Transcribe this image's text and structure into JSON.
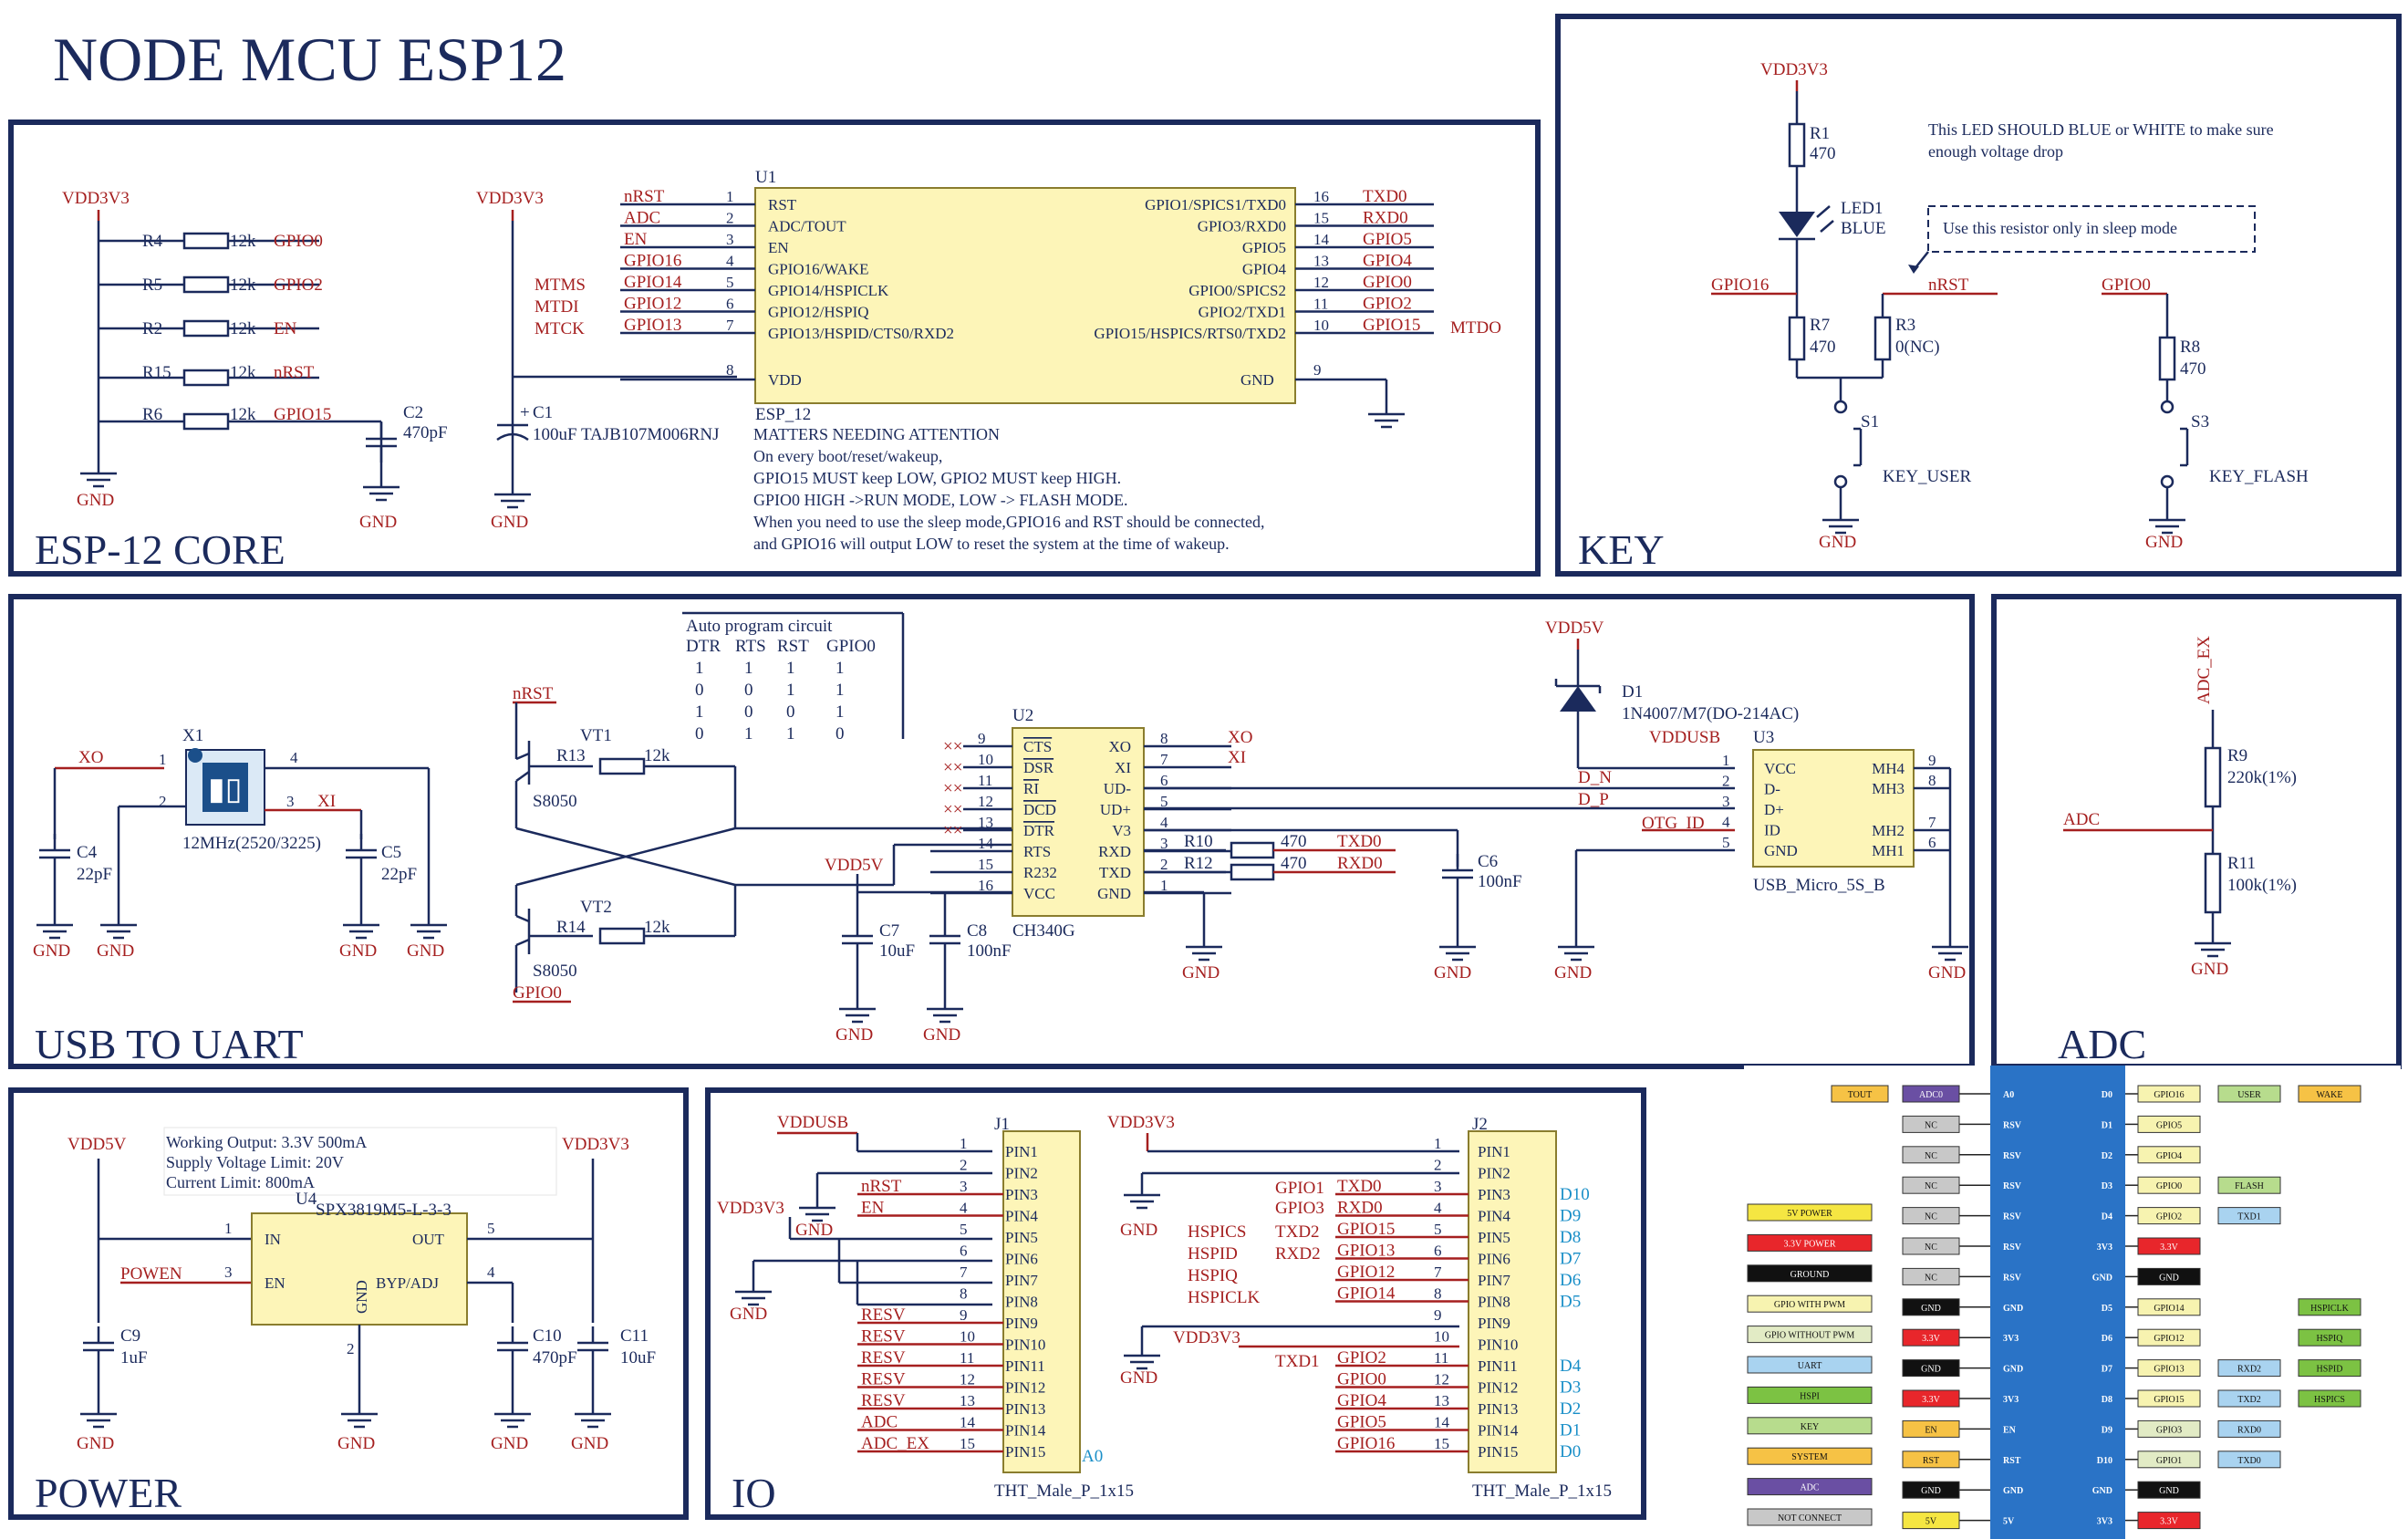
{
  "title": "NODE MCU ESP12",
  "sections": {
    "core": "ESP-12 CORE",
    "key": "KEY",
    "usb": "USB TO UART",
    "adc": "ADC",
    "power": "POWER",
    "io": "IO"
  },
  "nets": {
    "vdd3v3": "VDD3V3",
    "vdd5v": "VDD5V",
    "vddusb": "VDDUSB",
    "gnd": "GND"
  },
  "core": {
    "pullups": [
      {
        "ref": "R4",
        "val": "12k",
        "net": "GPIO0"
      },
      {
        "ref": "R5",
        "val": "12k",
        "net": "GPIO2"
      },
      {
        "ref": "R2",
        "val": "12k",
        "net": "EN"
      },
      {
        "ref": "R15",
        "val": "12k",
        "net": "nRST"
      },
      {
        "ref": "R6",
        "val": "12k",
        "net": "GPIO15"
      }
    ],
    "c2_ref": "C2",
    "c2_val": "470pF",
    "c1_ref": "C1",
    "c1_val": "100uF TAJB107M006RNJ",
    "c1_plus": "+",
    "u1": {
      "ref": "U1",
      "name": "ESP_12",
      "left_nets": [
        "nRST",
        "ADC",
        "EN",
        "GPIO16",
        "GPIO14",
        "GPIO12",
        "GPIO13"
      ],
      "left_nums": [
        "1",
        "2",
        "3",
        "4",
        "5",
        "6",
        "7"
      ],
      "left_pins": [
        "RST",
        "ADC/TOUT",
        "EN",
        "GPIO16/WAKE",
        "GPIO14/HSPICLK",
        "GPIO12/HSPIQ",
        "GPIO13/HSPID/CTS0/RXD2"
      ],
      "right_pins": [
        "GPIO1/SPICS1/TXD0",
        "GPIO3/RXD0",
        "GPIO5",
        "GPIO4",
        "GPIO0/SPICS2",
        "GPIO2/TXD1",
        "GPIO15/HSPICS/RTS0/TXD2"
      ],
      "right_nums": [
        "16",
        "15",
        "14",
        "13",
        "12",
        "11",
        "10"
      ],
      "right_nets": [
        "TXD0",
        "RXD0",
        "GPIO5",
        "GPIO4",
        "GPIO0",
        "GPIO2",
        "GPIO15"
      ],
      "vdd_pin": "VDD",
      "vdd_num": "8",
      "gnd_pin": "GND",
      "gnd_num": "9"
    },
    "jtag": [
      "MTMS",
      "MTDI",
      "MTCK"
    ],
    "mtdo": "MTDO",
    "notes": [
      "MATTERS NEEDING ATTENTION",
      "On every boot/reset/wakeup,",
      "GPIO15 MUST keep LOW, GPIO2 MUST keep HIGH.",
      "GPIO0 HIGH ->RUN MODE, LOW -> FLASH MODE.",
      "When you need to use the sleep mode,GPIO16 and RST should be connected,",
      "and GPIO16 will output LOW to reset the system at the time of wakeup."
    ]
  },
  "key": {
    "r1_ref": "R1",
    "r1_val": "470",
    "led_ref": "LED1",
    "led_val": "BLUE",
    "led_note": [
      "This LED SHOULD BLUE or WHITE to make sure",
      "enough voltage drop"
    ],
    "r3_note": "Use this resistor only in sleep mode",
    "r7_ref": "R7",
    "r7_val": "470",
    "r3_ref": "R3",
    "r3_val": "0(NC)",
    "r8_ref": "R8",
    "r8_val": "470",
    "gpio16": "GPIO16",
    "nrst": "nRST",
    "gpio0": "GPIO0",
    "s1_ref": "S1",
    "s1_val": "KEY_USER",
    "s3_ref": "S3",
    "s3_val": "KEY_FLASH"
  },
  "usb": {
    "table_title": "Auto program circuit",
    "table_head": [
      "DTR",
      "RTS",
      "RST",
      "GPIO0"
    ],
    "table_rows": [
      [
        "1",
        "1",
        "1",
        "1"
      ],
      [
        "0",
        "0",
        "1",
        "1"
      ],
      [
        "1",
        "0",
        "0",
        "1"
      ],
      [
        "0",
        "1",
        "1",
        "0"
      ]
    ],
    "xo": "XO",
    "xi": "XI",
    "x1_ref": "X1",
    "x1_val": "12MHz(2520/3225)",
    "x1_pins": [
      "1",
      "2",
      "3",
      "4"
    ],
    "c4_ref": "C4",
    "c4_val": "22pF",
    "c5_ref": "C5",
    "c5_val": "22pF",
    "vt1_ref": "VT1",
    "vt2_ref": "VT2",
    "vt_type": "S8050",
    "r13_ref": "R13",
    "r14_ref": "R14",
    "r_val": "12k",
    "nrst": "nRST",
    "gpio0": "GPIO0",
    "u2": {
      "ref": "U2",
      "name": "CH340G",
      "left_nums": [
        "9",
        "10",
        "11",
        "12",
        "13",
        "14",
        "15",
        "16"
      ],
      "left_pins": [
        "CTS",
        "DSR",
        "RI",
        "DCD",
        "DTR",
        "RTS",
        "R232",
        "VCC"
      ],
      "right_pins": [
        "XO",
        "XI",
        "UD-",
        "UD+",
        "V3",
        "RXD",
        "TXD",
        "GND"
      ],
      "right_nums": [
        "8",
        "7",
        "6",
        "5",
        "4",
        "3",
        "2",
        "1"
      ]
    },
    "r10_ref": "R10",
    "r12_ref": "R12",
    "r_470": "470",
    "txd0": "TXD0",
    "rxd0": "RXD0",
    "c7_ref": "C7",
    "c7_val": "10uF",
    "c8_ref": "C8",
    "c8_val": "100nF",
    "c6_ref": "C6",
    "c6_val": "100nF",
    "d1_ref": "D1",
    "d1_val": "1N4007/M7(DO-214AC)",
    "dn": "D_N",
    "dp": "D_P",
    "otg": "OTG_ID",
    "u3": {
      "ref": "U3",
      "name": "USB_Micro_5S_B",
      "left_nums": [
        "1",
        "2",
        "3",
        "4",
        "5"
      ],
      "left_pins": [
        "VCC",
        "D-",
        "D+",
        "ID",
        "GND"
      ],
      "right_pins": [
        "MH4",
        "MH3",
        "MH2",
        "MH1"
      ],
      "right_nums": [
        "9",
        "8",
        "7",
        "6"
      ]
    }
  },
  "adc": {
    "adc_ex": "ADC_EX",
    "r9_ref": "R9",
    "r9_val": "220k(1%)",
    "r11_ref": "R11",
    "r11_val": "100k(1%)",
    "adc": "ADC"
  },
  "power": {
    "notes": [
      "Working Output: 3.3V 500mA",
      "Supply Voltage Limit: 20V",
      "Current Limit: 800mA"
    ],
    "u4_ref": "U4",
    "u4_name": "SPX3819M5-L-3-3",
    "pins": {
      "in": "IN",
      "en": "EN",
      "out": "OUT",
      "byp": "BYP/ADJ",
      "gnd": "GND"
    },
    "pin_nums": {
      "in": "1",
      "en": "3",
      "out": "5",
      "byp": "4",
      "gnd": "2"
    },
    "powen": "POWEN",
    "c9_ref": "C9",
    "c9_val": "1uF",
    "c10_ref": "C10",
    "c10_val": "470pF",
    "c11_ref": "C11",
    "c11_val": "10uF"
  },
  "io": {
    "j1_ref": "J1",
    "j2_ref": "J2",
    "j_name": "THT_Male_P_1x15",
    "pin_labels": [
      "PIN1",
      "PIN2",
      "PIN3",
      "PIN4",
      "PIN5",
      "PIN6",
      "PIN7",
      "PIN8",
      "PIN9",
      "PIN10",
      "PIN11",
      "PIN12",
      "PIN13",
      "PIN14",
      "PIN15"
    ],
    "pin_nums": [
      "1",
      "2",
      "3",
      "4",
      "5",
      "6",
      "7",
      "8",
      "9",
      "10",
      "11",
      "12",
      "13",
      "14",
      "15"
    ],
    "j1_nets": [
      "",
      "",
      "nRST",
      "EN",
      "",
      "",
      "",
      "",
      "RESV",
      "RESV",
      "RESV",
      "RESV",
      "RESV",
      "ADC",
      "ADC_EX"
    ],
    "j1_a0": "A0",
    "j2_nets": [
      "",
      "",
      "TXD0",
      "RXD0",
      "GPIO15",
      "GPIO13",
      "GPIO12",
      "GPIO14",
      "",
      "",
      "GPIO2",
      "GPIO0",
      "GPIO4",
      "GPIO5",
      "GPIO16"
    ],
    "j2_gpio_alias": [
      "GPIO1",
      "GPIO3"
    ],
    "j2_spi": [
      "HSPICS",
      "HSPID",
      "HSPIQ",
      "HSPICLK"
    ],
    "j2_alt": [
      "TXD2",
      "RXD2"
    ],
    "txd1": "TXD1",
    "j2_dlabels": [
      "D10",
      "D9",
      "D8",
      "D7",
      "D6",
      "D5",
      "D4",
      "D3",
      "D2",
      "D1",
      "D0"
    ]
  },
  "pinout": {
    "legend": [
      {
        "label": "5V POWER",
        "color": "#f5e642"
      },
      {
        "label": "3.3V POWER",
        "color": "#e8262b"
      },
      {
        "label": "GROUND",
        "color": "#111111"
      },
      {
        "label": "GPIO WITH PWM",
        "color": "#f7f3b0"
      },
      {
        "label": "GPIO WITHOUT PWM",
        "color": "#e2ebc5"
      },
      {
        "label": "UART",
        "color": "#a9d3f0"
      },
      {
        "label": "HSPI",
        "color": "#7cc243"
      },
      {
        "label": "KEY",
        "color": "#b7dc8d"
      },
      {
        "label": "SYSTEM",
        "color": "#f6c245"
      },
      {
        "label": "ADC",
        "color": "#6a4fa3"
      },
      {
        "label": "NOT CONNECT",
        "color": "#c8c8c8"
      }
    ],
    "board_color": "#2a73c6",
    "left_tags": [
      [
        {
          "t": "TOUT",
          "c": "#f6c245"
        },
        {
          "t": "ADC0",
          "c": "#6a4fa3"
        }
      ],
      [
        {
          "t": "NC",
          "c": "#c8c8c8"
        }
      ],
      [
        {
          "t": "NC",
          "c": "#c8c8c8"
        }
      ],
      [
        {
          "t": "NC",
          "c": "#c8c8c8"
        }
      ],
      [
        {
          "t": "NC",
          "c": "#c8c8c8"
        }
      ],
      [
        {
          "t": "NC",
          "c": "#c8c8c8"
        }
      ],
      [
        {
          "t": "NC",
          "c": "#c8c8c8"
        }
      ],
      [
        {
          "t": "GND",
          "c": "#111111"
        }
      ],
      [
        {
          "t": "3.3V",
          "c": "#e8262b"
        }
      ],
      [
        {
          "t": "GND",
          "c": "#111111"
        }
      ],
      [
        {
          "t": "3.3V",
          "c": "#e8262b"
        }
      ],
      [
        {
          "t": "EN",
          "c": "#f6c245"
        }
      ],
      [
        {
          "t": "RST",
          "c": "#f6c245"
        }
      ],
      [
        {
          "t": "GND",
          "c": "#111111"
        }
      ],
      [
        {
          "t": "5V",
          "c": "#f5e642"
        }
      ]
    ],
    "left_pins": [
      "A0",
      "RSV",
      "RSV",
      "RSV",
      "RSV",
      "RSV",
      "RSV",
      "GND",
      "3V3",
      "GND",
      "3V3",
      "EN",
      "RST",
      "GND",
      "5V"
    ],
    "right_pins": [
      "D0",
      "D1",
      "D2",
      "D3",
      "D4",
      "3V3",
      "GND",
      "D5",
      "D6",
      "D7",
      "D8",
      "D9",
      "D10",
      "GND",
      "3V3"
    ],
    "right_tags": [
      [
        {
          "t": "GPIO16",
          "c": "#f7f3b0"
        },
        {
          "t": "USER",
          "c": "#b7dc8d"
        },
        {
          "t": "WAKE",
          "c": "#f6c245"
        }
      ],
      [
        {
          "t": "GPIO5",
          "c": "#f7f3b0"
        }
      ],
      [
        {
          "t": "GPIO4",
          "c": "#f7f3b0"
        }
      ],
      [
        {
          "t": "GPIO0",
          "c": "#f7f3b0"
        },
        {
          "t": "FLASH",
          "c": "#b7dc8d"
        }
      ],
      [
        {
          "t": "GPIO2",
          "c": "#f7f3b0"
        },
        {
          "t": "TXD1",
          "c": "#a9d3f0"
        }
      ],
      [
        {
          "t": "3.3V",
          "c": "#e8262b"
        }
      ],
      [
        {
          "t": "GND",
          "c": "#111111"
        }
      ],
      [
        {
          "t": "GPIO14",
          "c": "#f7f3b0"
        },
        {
          "t": "",
          "c": ""
        },
        {
          "t": "HSPICLK",
          "c": "#7cc243"
        }
      ],
      [
        {
          "t": "GPIO12",
          "c": "#f7f3b0"
        },
        {
          "t": "",
          "c": ""
        },
        {
          "t": "HSPIQ",
          "c": "#7cc243"
        }
      ],
      [
        {
          "t": "GPIO13",
          "c": "#f7f3b0"
        },
        {
          "t": "RXD2",
          "c": "#a9d3f0"
        },
        {
          "t": "HSPID",
          "c": "#7cc243"
        }
      ],
      [
        {
          "t": "GPIO15",
          "c": "#f7f3b0"
        },
        {
          "t": "TXD2",
          "c": "#a9d3f0"
        },
        {
          "t": "HSPICS",
          "c": "#7cc243"
        }
      ],
      [
        {
          "t": "GPIO3",
          "c": "#e2ebc5"
        },
        {
          "t": "RXD0",
          "c": "#a9d3f0"
        }
      ],
      [
        {
          "t": "GPIO1",
          "c": "#e2ebc5"
        },
        {
          "t": "TXD0",
          "c": "#a9d3f0"
        }
      ],
      [
        {
          "t": "GND",
          "c": "#111111"
        }
      ],
      [
        {
          "t": "3.3V",
          "c": "#e8262b"
        }
      ]
    ]
  }
}
